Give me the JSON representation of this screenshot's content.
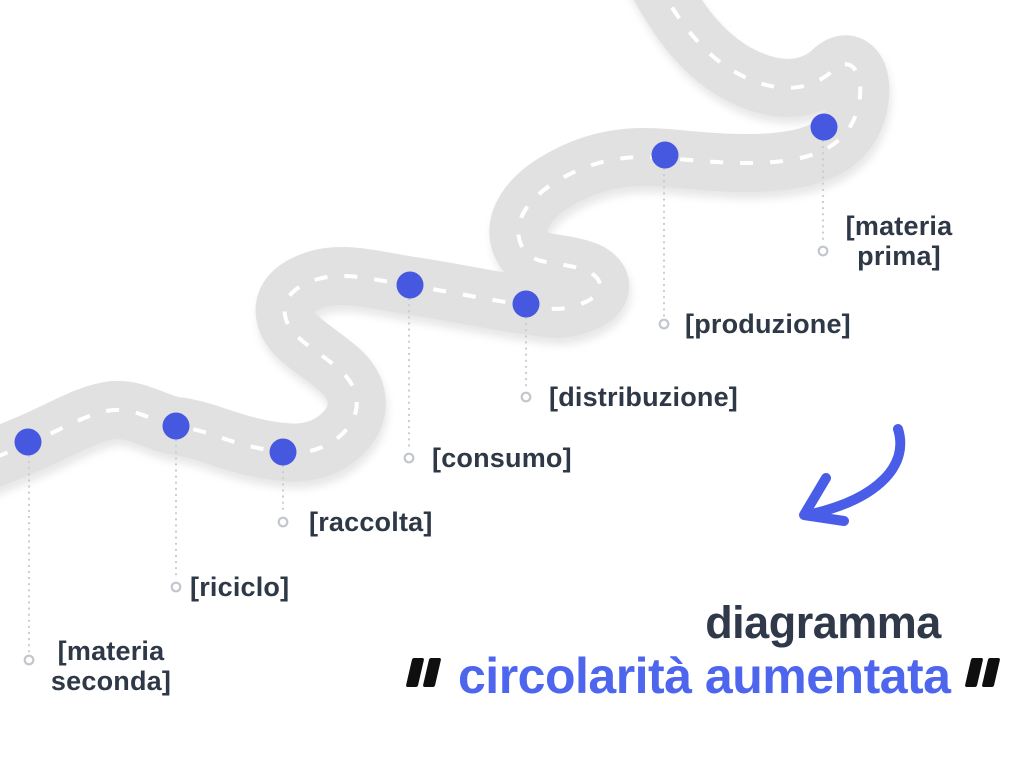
{
  "caption": {
    "title": "diagramma",
    "subtitle": "circolarità aumentata",
    "open_quote": "“",
    "close_quote": "”"
  },
  "stations": [
    {
      "id": "materia-prima",
      "label": "[materia prima]"
    },
    {
      "id": "produzione",
      "label": "[produzione]"
    },
    {
      "id": "distribuzione",
      "label": "[distribuzione]"
    },
    {
      "id": "consumo",
      "label": "[consumo]"
    },
    {
      "id": "raccolta",
      "label": "[raccolta]"
    },
    {
      "id": "riciclo",
      "label": "[riciclo]"
    },
    {
      "id": "materia-seconda",
      "label": "[materia seconda]"
    }
  ],
  "icons": {
    "arrow": "curved-arrow-down-left-icon"
  },
  "colors": {
    "road": "#e1e1e1",
    "road_dash": "#ffffff",
    "road_shadow": "#bdbdbd",
    "dot": "#4657e0",
    "arrow": "#4a5de8",
    "connector": "#c9ccd2",
    "ring": "#c3c7cd",
    "dark_text": "#2e3846",
    "accent_text": "#4e66ee",
    "quote": "#0f0f0f"
  }
}
